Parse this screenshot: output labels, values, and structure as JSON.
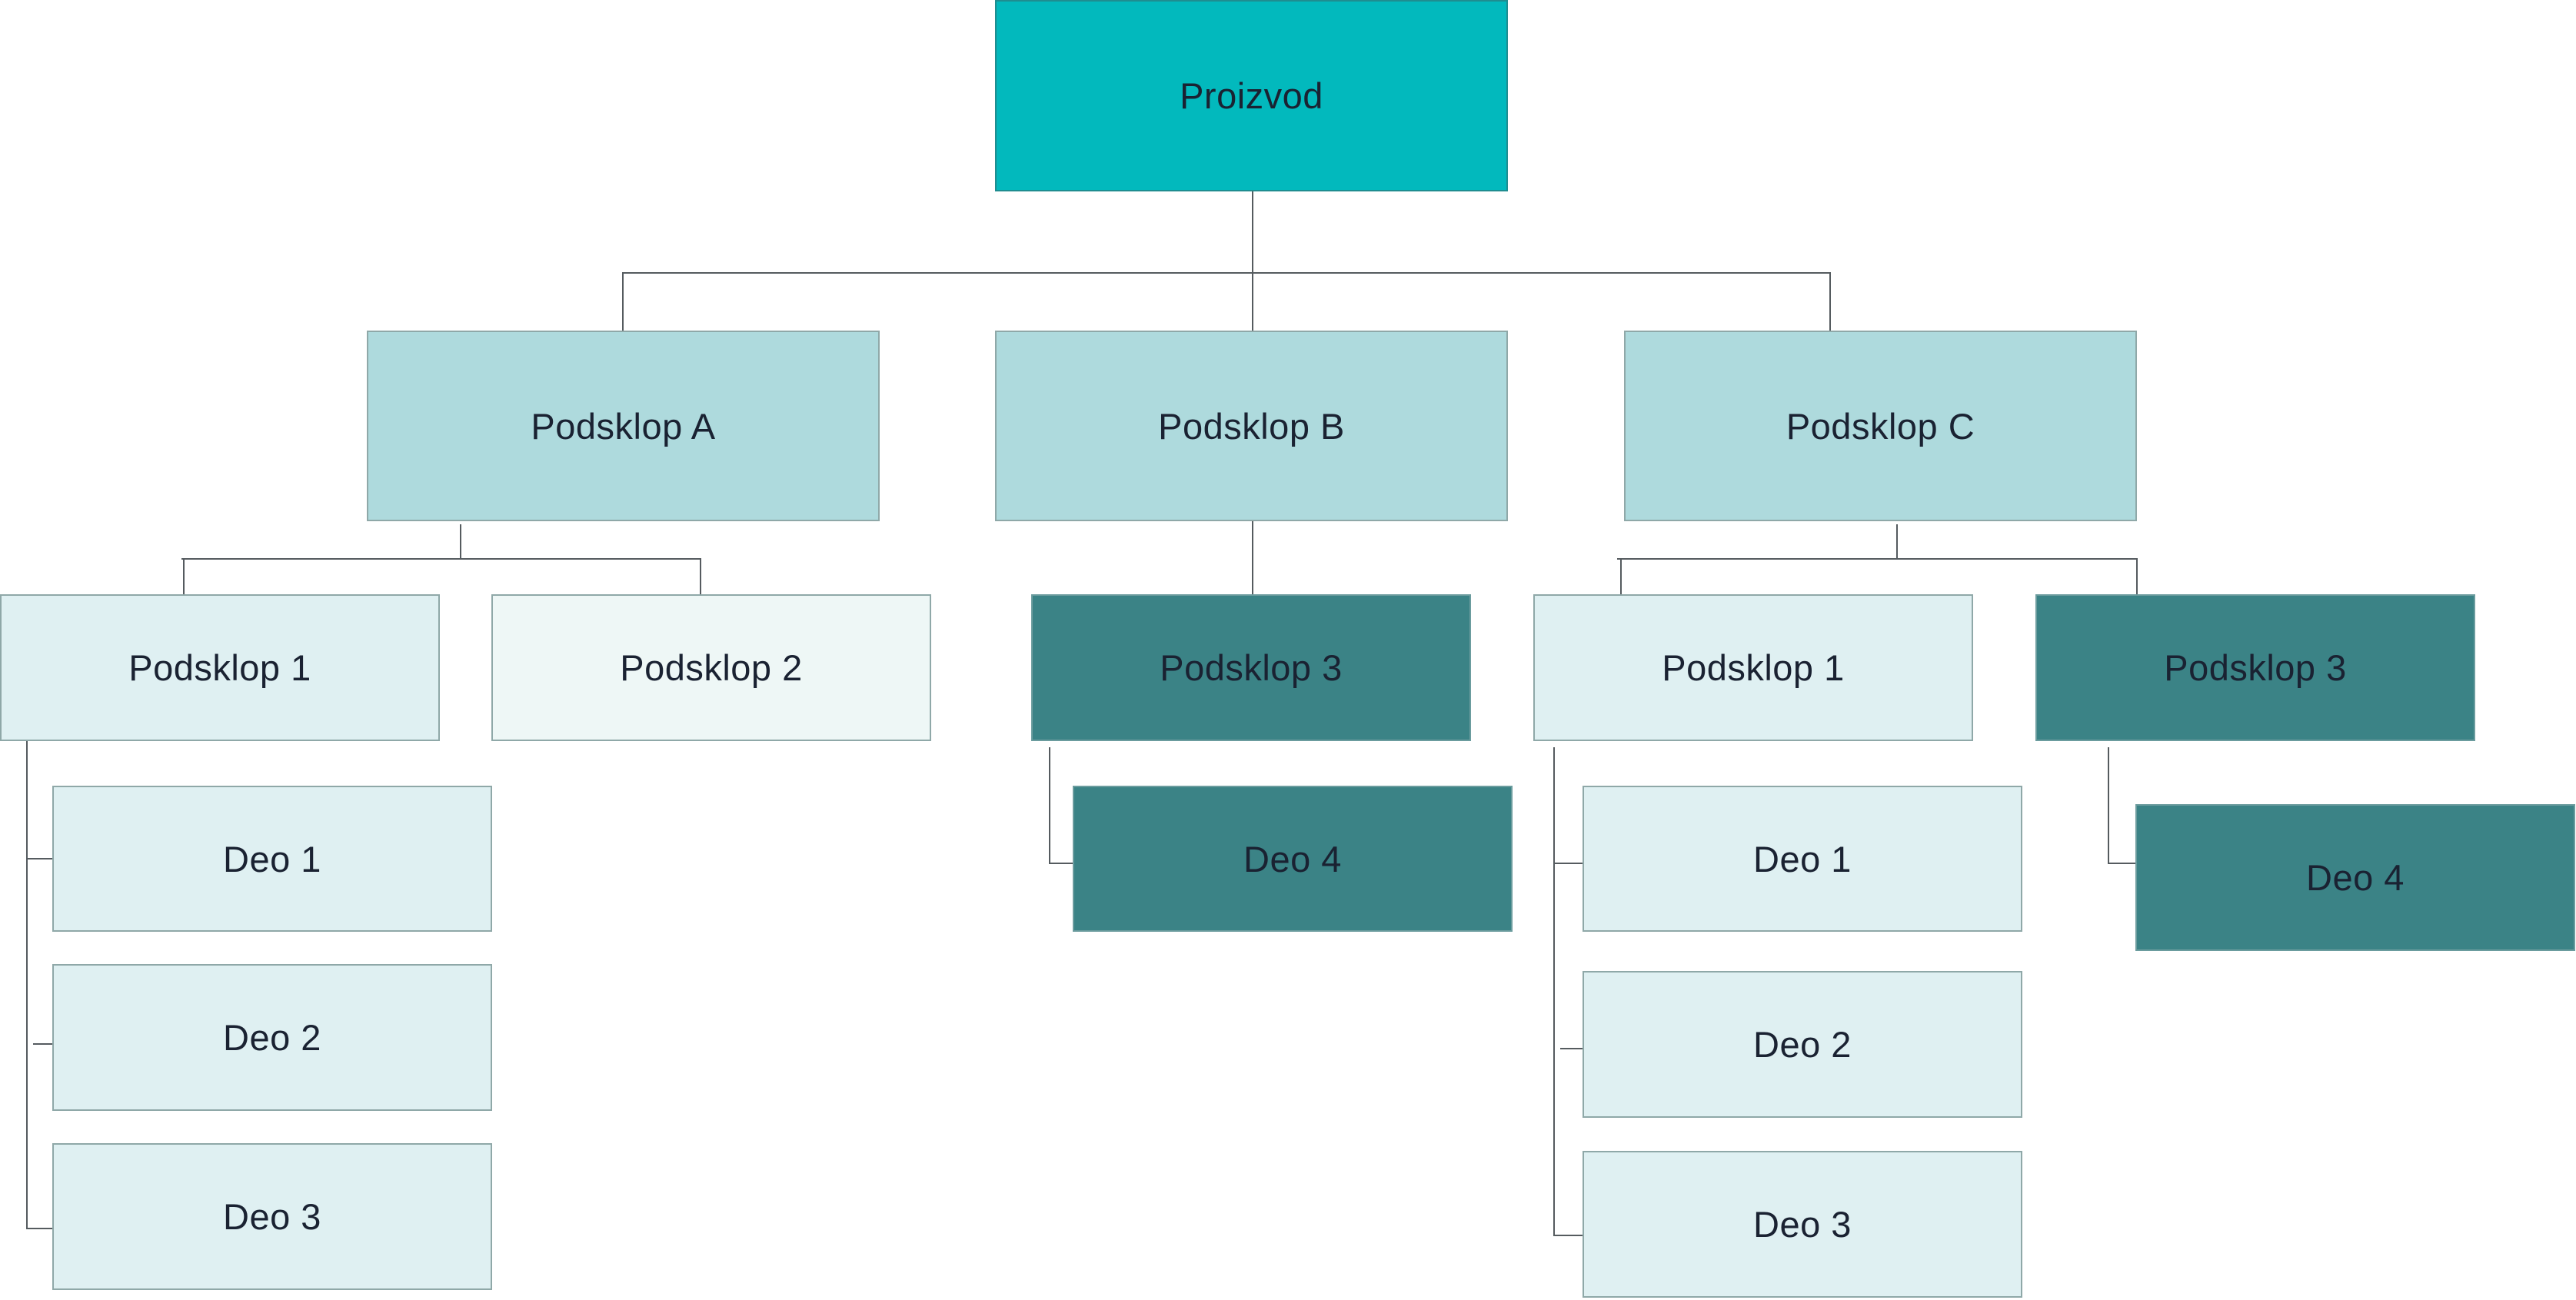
{
  "diagram": {
    "root": {
      "label": "Proizvod"
    },
    "subassemblies": [
      {
        "label": "Podsklop A",
        "children": [
          {
            "label": "Podsklop 1",
            "parts": [
              {
                "label": "Deo 1"
              },
              {
                "label": "Deo 2"
              },
              {
                "label": "Deo 3"
              }
            ]
          },
          {
            "label": "Podsklop 2",
            "parts": []
          }
        ]
      },
      {
        "label": "Podsklop B",
        "children": [
          {
            "label": "Podsklop 3",
            "parts": [
              {
                "label": "Deo 4"
              }
            ]
          }
        ]
      },
      {
        "label": "Podsklop C",
        "children": [
          {
            "label": "Podsklop 1",
            "parts": [
              {
                "label": "Deo 1"
              },
              {
                "label": "Deo 2"
              },
              {
                "label": "Deo 3"
              }
            ]
          },
          {
            "label": "Podsklop 3",
            "parts": [
              {
                "label": "Deo 4"
              }
            ]
          }
        ]
      }
    ],
    "colors": {
      "root": "#02b9bd",
      "level_1": "#aedadd",
      "light": "#dff0f2",
      "lighter": "#eef7f6",
      "dark": "#3b8386",
      "connector": "#555b5f",
      "text": "#1a2232"
    }
  }
}
